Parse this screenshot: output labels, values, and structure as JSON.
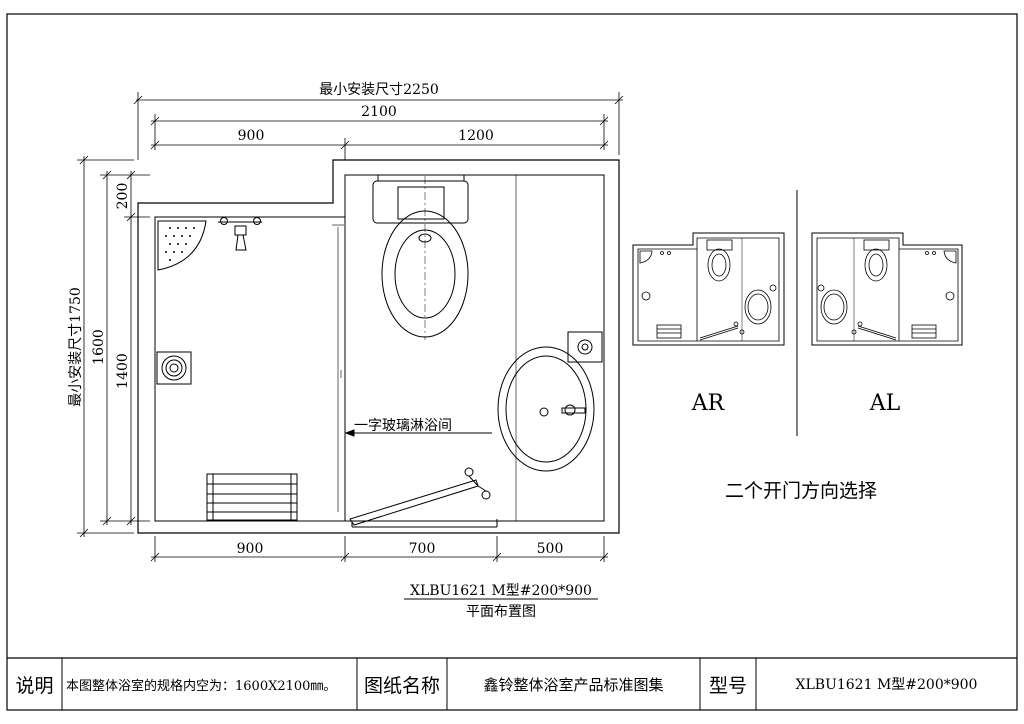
{
  "drawing": {
    "min_install_width": "最小安装尺寸2250",
    "width_total": "2100",
    "width_left": "900",
    "width_right": "1200",
    "min_install_height": "最小安装尺寸1750",
    "height_total": "1600",
    "height_top": "200",
    "height_lower": "1400",
    "bottom_left": "900",
    "bottom_mid": "700",
    "bottom_right": "500",
    "shower_label": "一字玻璃淋浴间",
    "model_title": "XLBU1621 M型#200*900",
    "plan_title": "平面布置图"
  },
  "options": {
    "ar_label": "AR",
    "al_label": "AL",
    "caption": "二个开门方向选择"
  },
  "title_block": {
    "note_header": "说明",
    "note_text": "本图整体浴室的规格内空为：1600X2100㎜。",
    "drawing_name_header": "图纸名称",
    "drawing_name": "鑫铃整体浴室产品标准图集",
    "model_header": "型号",
    "model_value": "XLBU1621 M型#200*900"
  }
}
